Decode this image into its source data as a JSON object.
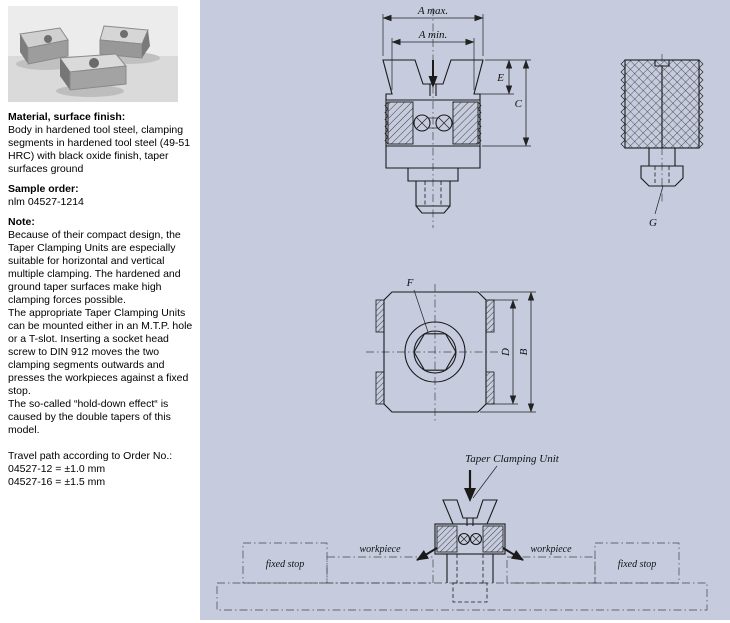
{
  "colors": {
    "panel_bg": "#c6ccde",
    "line": "#1a1a1a"
  },
  "left": {
    "material_heading": "Material, surface finish:",
    "material_body": "Body in hardened tool steel, clamping segments in hardened tool steel (49-51 HRC) with black oxide finish, taper surfaces ground",
    "sample_heading": "Sample order:",
    "sample_value": "nlm 04527-1214",
    "note_heading": "Note:",
    "note_body": "Because of their compact design, the Taper Clamping Units are especially suitable for horizontal and vertical multiple clamping. The hardened and ground taper surfaces make high clamping forces possible.\nThe appropriate Taper Clamping Units can be mounted either in an M.T.P. hole or a T-slot. Inserting a socket head screw to DIN 912 moves the two clamping segments outwards and presses the workpieces against a fixed stop.\nThe so-called “hold-down effect“ is caused by the double tapers of this model.",
    "travel_heading": "Travel path according to Order No.:",
    "travel_line1": "04527-12 = ±1.0 mm",
    "travel_line2": "04527-16 = ±1.5 mm"
  },
  "drawing": {
    "front_view": {
      "dim_a_max": "A max.",
      "dim_a_min": "A min.",
      "dim_e": "E",
      "dim_c": "C"
    },
    "side_view": {
      "dim_g": "G"
    },
    "plan_view": {
      "dim_f": "F",
      "dim_d": "D",
      "dim_b": "B"
    },
    "assembly": {
      "unit_label": "Taper Clamping Unit",
      "workpiece_left": "workpiece",
      "workpiece_right": "workpiece",
      "fixed_stop_left": "fixed stop",
      "fixed_stop_right": "fixed stop"
    }
  }
}
